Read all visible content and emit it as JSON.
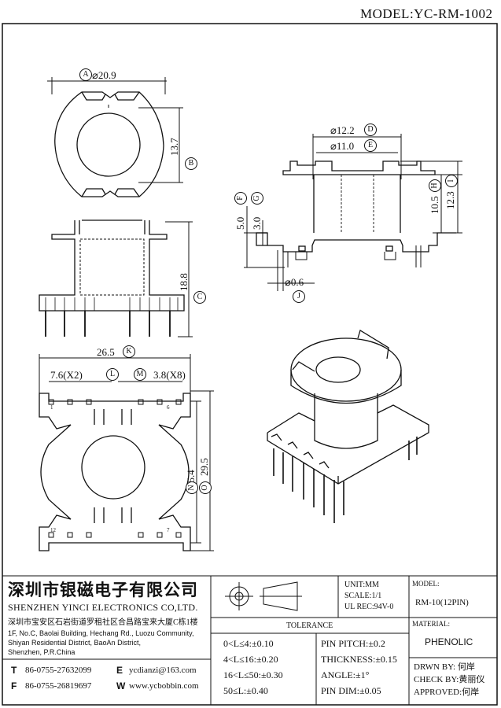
{
  "header": {
    "model": "MODEL:YC-RM-1002"
  },
  "dimensions": {
    "A_diameter": "⌀20.9",
    "A": "A",
    "B_height": "13.7",
    "B": "B",
    "C_height": "18.8",
    "C": "C",
    "D_diameter": "⌀12.2",
    "D": "D",
    "E_diameter": "⌀11.0",
    "E": "E",
    "F_height": "5.0",
    "F": "F",
    "G_height": "3.0",
    "G": "G",
    "H_height": "10.5",
    "H": "H",
    "I_height": "12.3",
    "I": "I",
    "J_diameter": "⌀0.6",
    "J": "J",
    "K_width": "26.5",
    "K": "K",
    "L_spacing": "7.6(X2)",
    "L": "L",
    "M_spacing": "3.8(X8)",
    "M": "M",
    "N_height": "25.4",
    "N": "N",
    "O_height": "29.5",
    "O": "O",
    "pin_1": "1",
    "pin_6": "6",
    "pin_12": "12",
    "pin_7": "7"
  },
  "company": {
    "name_cn": "深圳市银磁电子有限公司",
    "name_en": "SHENZHEN YINCI ELECTRONICS CO,LTD.",
    "addr_cn": "深圳市宝安区石岩街道罗租社区合昌路宝来大厦C栋1楼",
    "addr_en1": "1F, No.C, Baolai Building, Hechang Rd., Luozu Community,",
    "addr_en2": "Shiyan Residential District, BaoAn District,",
    "addr_en3": "Shenzhen, P.R.China",
    "tel_label": "T",
    "tel": "86-0755-27632099",
    "fax_label": "F",
    "fax": "86-0755-26819697",
    "email_label": "E",
    "email": "ycdianzi@163.com",
    "web_label": "W",
    "web": "www.ycbobbin.com"
  },
  "spec": {
    "unit": "UNIT:MM",
    "scale": "SCALE:1/1",
    "ul": "UL REC:94V-0",
    "model_label": "MODEL:",
    "model_value": "RM-10(12PIN)",
    "material_label": "MATERIAL:",
    "material_value": "PHENOLIC",
    "tolerance_title": "TOLERANCE",
    "tol": [
      "0<L≤4:±0.10",
      "4<L≤16:±0.20",
      "16<L≤50:±0.30",
      "50≤L:±0.40"
    ],
    "tol2": [
      "PIN PITCH:±0.2",
      "THICKNESS:±0.15",
      "ANGLE:±1°",
      "PIN DIM:±0.05"
    ],
    "drwn": "DRWN BY: 何岸",
    "check": "CHECK BY:黄丽仪",
    "approved": "APPROVED:何岸"
  }
}
